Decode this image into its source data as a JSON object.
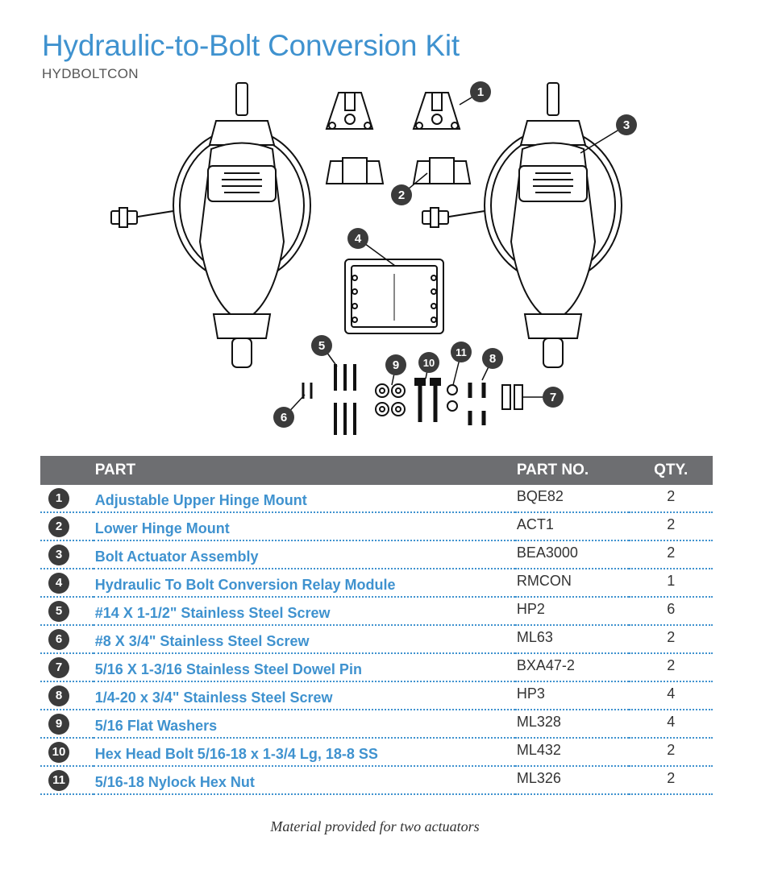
{
  "header": {
    "title": "Hydraulic-to-Bolt Conversion Kit",
    "code": "HYDBOLTCON"
  },
  "illustration": {
    "callouts": [
      "1",
      "2",
      "3",
      "4",
      "5",
      "6",
      "7",
      "8",
      "9",
      "10",
      "11"
    ]
  },
  "table": {
    "headers": {
      "part": "PART",
      "part_no": "PART NO.",
      "qty": "QTY."
    },
    "rows": [
      {
        "num": "1",
        "name": "Adjustable Upper Hinge Mount",
        "part_no": "BQE82",
        "qty": "2"
      },
      {
        "num": "2",
        "name": "Lower Hinge Mount",
        "part_no": "ACT1",
        "qty": "2"
      },
      {
        "num": "3",
        "name": "Bolt Actuator Assembly",
        "part_no": "BEA3000",
        "qty": "2"
      },
      {
        "num": "4",
        "name": "Hydraulic To Bolt Conversion Relay Module",
        "part_no": "RMCON",
        "qty": "1"
      },
      {
        "num": "5",
        "name": "#14 X 1-1/2\" Stainless Steel Screw",
        "part_no": "HP2",
        "qty": "6"
      },
      {
        "num": "6",
        "name": "#8 X 3/4\" Stainless Steel Screw",
        "part_no": "ML63",
        "qty": "2"
      },
      {
        "num": "7",
        "name": "5/16 X 1-3/16 Stainless Steel Dowel Pin",
        "part_no": "BXA47-2",
        "qty": "2"
      },
      {
        "num": "8",
        "name": "1/4-20 x 3/4\" Stainless Steel Screw",
        "part_no": "HP3",
        "qty": "4"
      },
      {
        "num": "9",
        "name": "5/16 Flat Washers",
        "part_no": "ML328",
        "qty": "4"
      },
      {
        "num": "10",
        "name": "Hex Head Bolt 5/16-18 x 1-3/4 Lg, 18-8 SS",
        "part_no": "ML432",
        "qty": "2"
      },
      {
        "num": "11",
        "name": "5/16-18 Nylock Hex Nut",
        "part_no": "ML326",
        "qty": "2"
      }
    ]
  },
  "footnote": "Material provided for two actuators"
}
